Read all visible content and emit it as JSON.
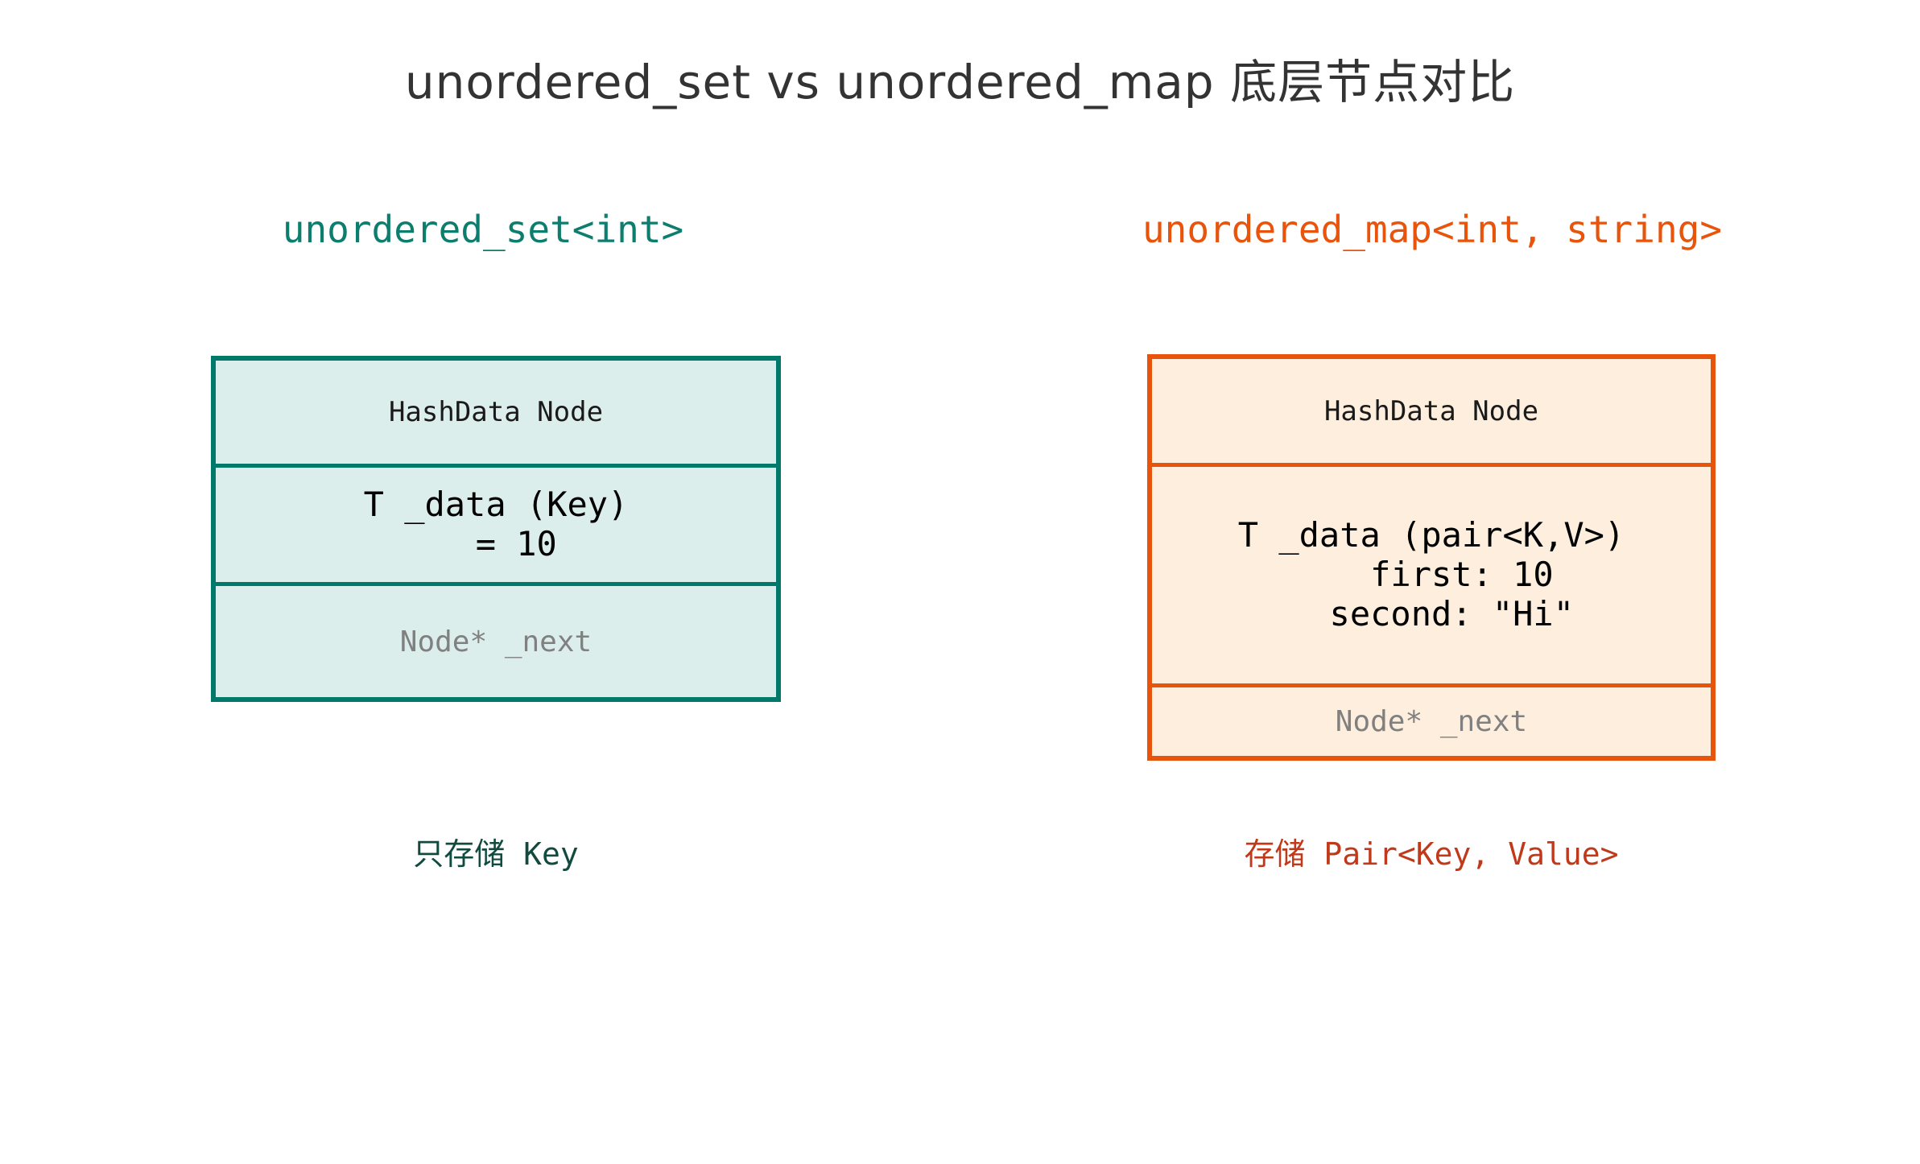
{
  "page": {
    "title": "unordered_set vs unordered_map 底层节点对比",
    "background_color": "#ffffff",
    "title_color": "#333333"
  },
  "panels": [
    {
      "id": "set",
      "heading": "unordered_set<int>",
      "accent_color": "#0d7d6e",
      "border_color": "#00796b",
      "fill_color": "#dceeec",
      "caption": "只存储 Key",
      "caption_color": "#114b3f",
      "node": {
        "header": "HashData Node",
        "data": "T _data (Key)\n  = 10",
        "next": "Node* _next",
        "next_color": "#808080"
      }
    },
    {
      "id": "map",
      "heading": "unordered_map<int, string>",
      "accent_color": "#e8540c",
      "border_color": "#e8540c",
      "fill_color": "#fdeedd",
      "caption": "存储 Pair<Key, Value>",
      "caption_color": "#c0391b",
      "node": {
        "header": "HashData Node",
        "data": "T _data (pair<K,V>)\n   first: 10\n  second: \"Hi\"",
        "next": "Node* _next",
        "next_color": "#808080"
      }
    }
  ]
}
